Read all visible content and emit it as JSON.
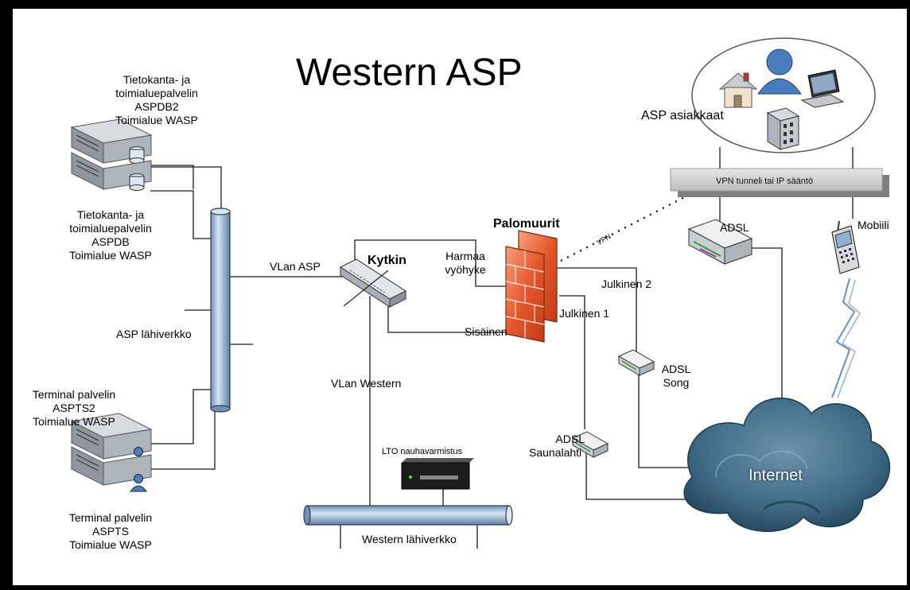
{
  "title": "Western ASP",
  "servers": {
    "aspdb2": [
      "Tietokanta- ja",
      "toimialuepalvelin",
      "ASPDB2",
      "Toimialue WASP"
    ],
    "aspdb": [
      "Tietokanta- ja",
      "toimialuepalvelin",
      "ASPDB",
      "Toimialue WASP"
    ],
    "aspts2": [
      "Terminal palvelin",
      "ASPTS2",
      "Toimialue WASP"
    ],
    "aspts": [
      "Terminal palvelin",
      "ASPTS",
      "Toimialue WASP"
    ]
  },
  "networks": {
    "asp_lan": "ASP lähiverkko",
    "western_lan": "Western lähiverkko",
    "vlan_asp": "VLan ASP",
    "vlan_western": "VLan Western"
  },
  "switch": {
    "label": "Kytkin"
  },
  "firewall": {
    "label": "Palomuurit",
    "grey_zone": [
      "Harmaa",
      "vyöhyke"
    ],
    "internal": "Sisäinen",
    "public1": "Julkinen 1",
    "public2": "Julkinen 2",
    "vpn": "VPN"
  },
  "customers": {
    "label": "ASP asiakkaat",
    "tunnel": "VPN tunneli tai IP sääntö"
  },
  "adsl": {
    "main": "ADSL",
    "song": [
      "ADSL",
      "Song"
    ],
    "saunalahti": [
      "ADSL",
      "Saunalahti"
    ]
  },
  "mobile": "Mobiili",
  "internet": "Internet",
  "backup": "LTO nauhavarmistus",
  "colors": {
    "pipe": "#a8c4de",
    "pipe_edge": "#2b3c55",
    "firewall": "#e4572c",
    "cloud": "#3f6a86",
    "cloud_dark": "#1e3a4f",
    "server": "#a9afb8"
  }
}
